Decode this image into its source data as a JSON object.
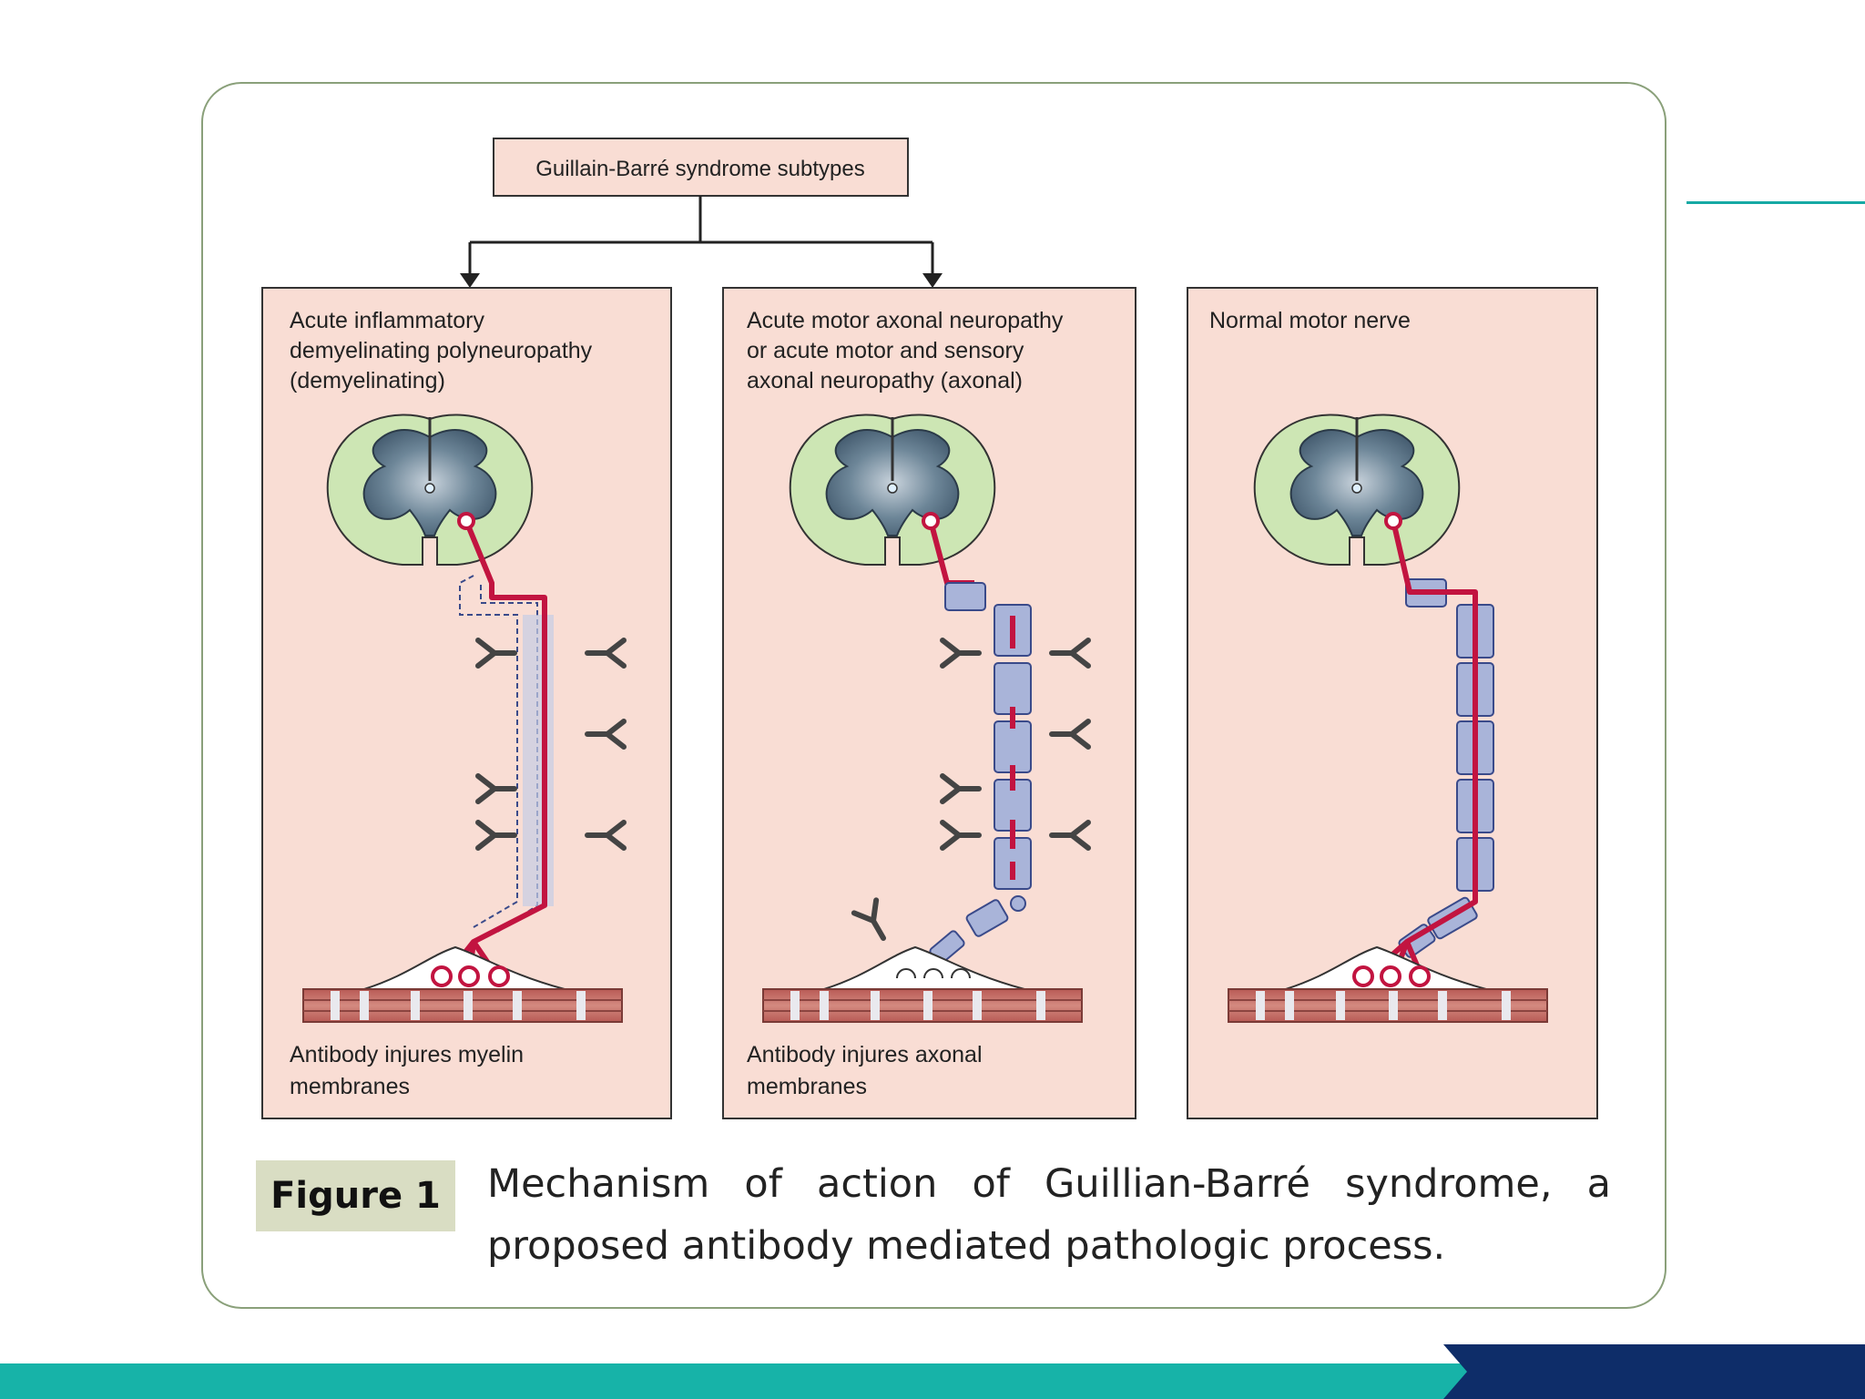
{
  "top_box": {
    "label": "Guillain-Barré syndrome subtypes"
  },
  "panels": [
    {
      "title": [
        "Acute inflammatory",
        "demyelinating polyneuropathy",
        "(demyelinating)"
      ],
      "footer": [
        "Antibody injures myelin",
        "membranes"
      ]
    },
    {
      "title": [
        "Acute motor axonal neuropathy",
        "or acute motor and sensory",
        "axonal neuropathy (axonal)"
      ],
      "footer": [
        "Antibody injures axonal",
        "membranes"
      ]
    },
    {
      "title": [
        "Normal motor nerve"
      ],
      "footer": []
    }
  ],
  "figure": {
    "label": "Figure 1",
    "caption": "Mechanism of action of Guillian-Barré syndrome, a proposed antibody mediated pathologic process."
  },
  "colors": {
    "panel_fill": "#f9ddd4",
    "white_matter": "#cde6b4",
    "grey_matter": "#4b6579",
    "axon": "#c21440",
    "myelin": "#a9b4d9",
    "teal_accent": "#17b3a8",
    "navy_accent": "#0e2d69"
  }
}
